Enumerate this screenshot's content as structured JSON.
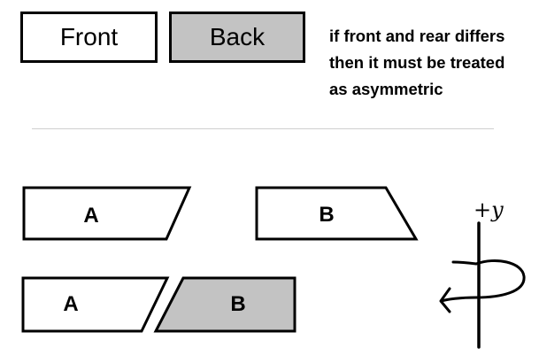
{
  "buttons": {
    "front_label": "Front",
    "back_label": "Back"
  },
  "note": {
    "lines": [
      "if front and rear differs",
      "then it must be treated",
      "as asymmetric"
    ]
  },
  "shapes": {
    "top_left_label": "A",
    "top_right_label": "B",
    "bottom_left_label": "A",
    "bottom_right_label": "B"
  },
  "axis": {
    "label": "+y"
  },
  "colors": {
    "back_fill": "#c3c3c3",
    "outline": "#000000",
    "divider": "#cfcfcf"
  }
}
